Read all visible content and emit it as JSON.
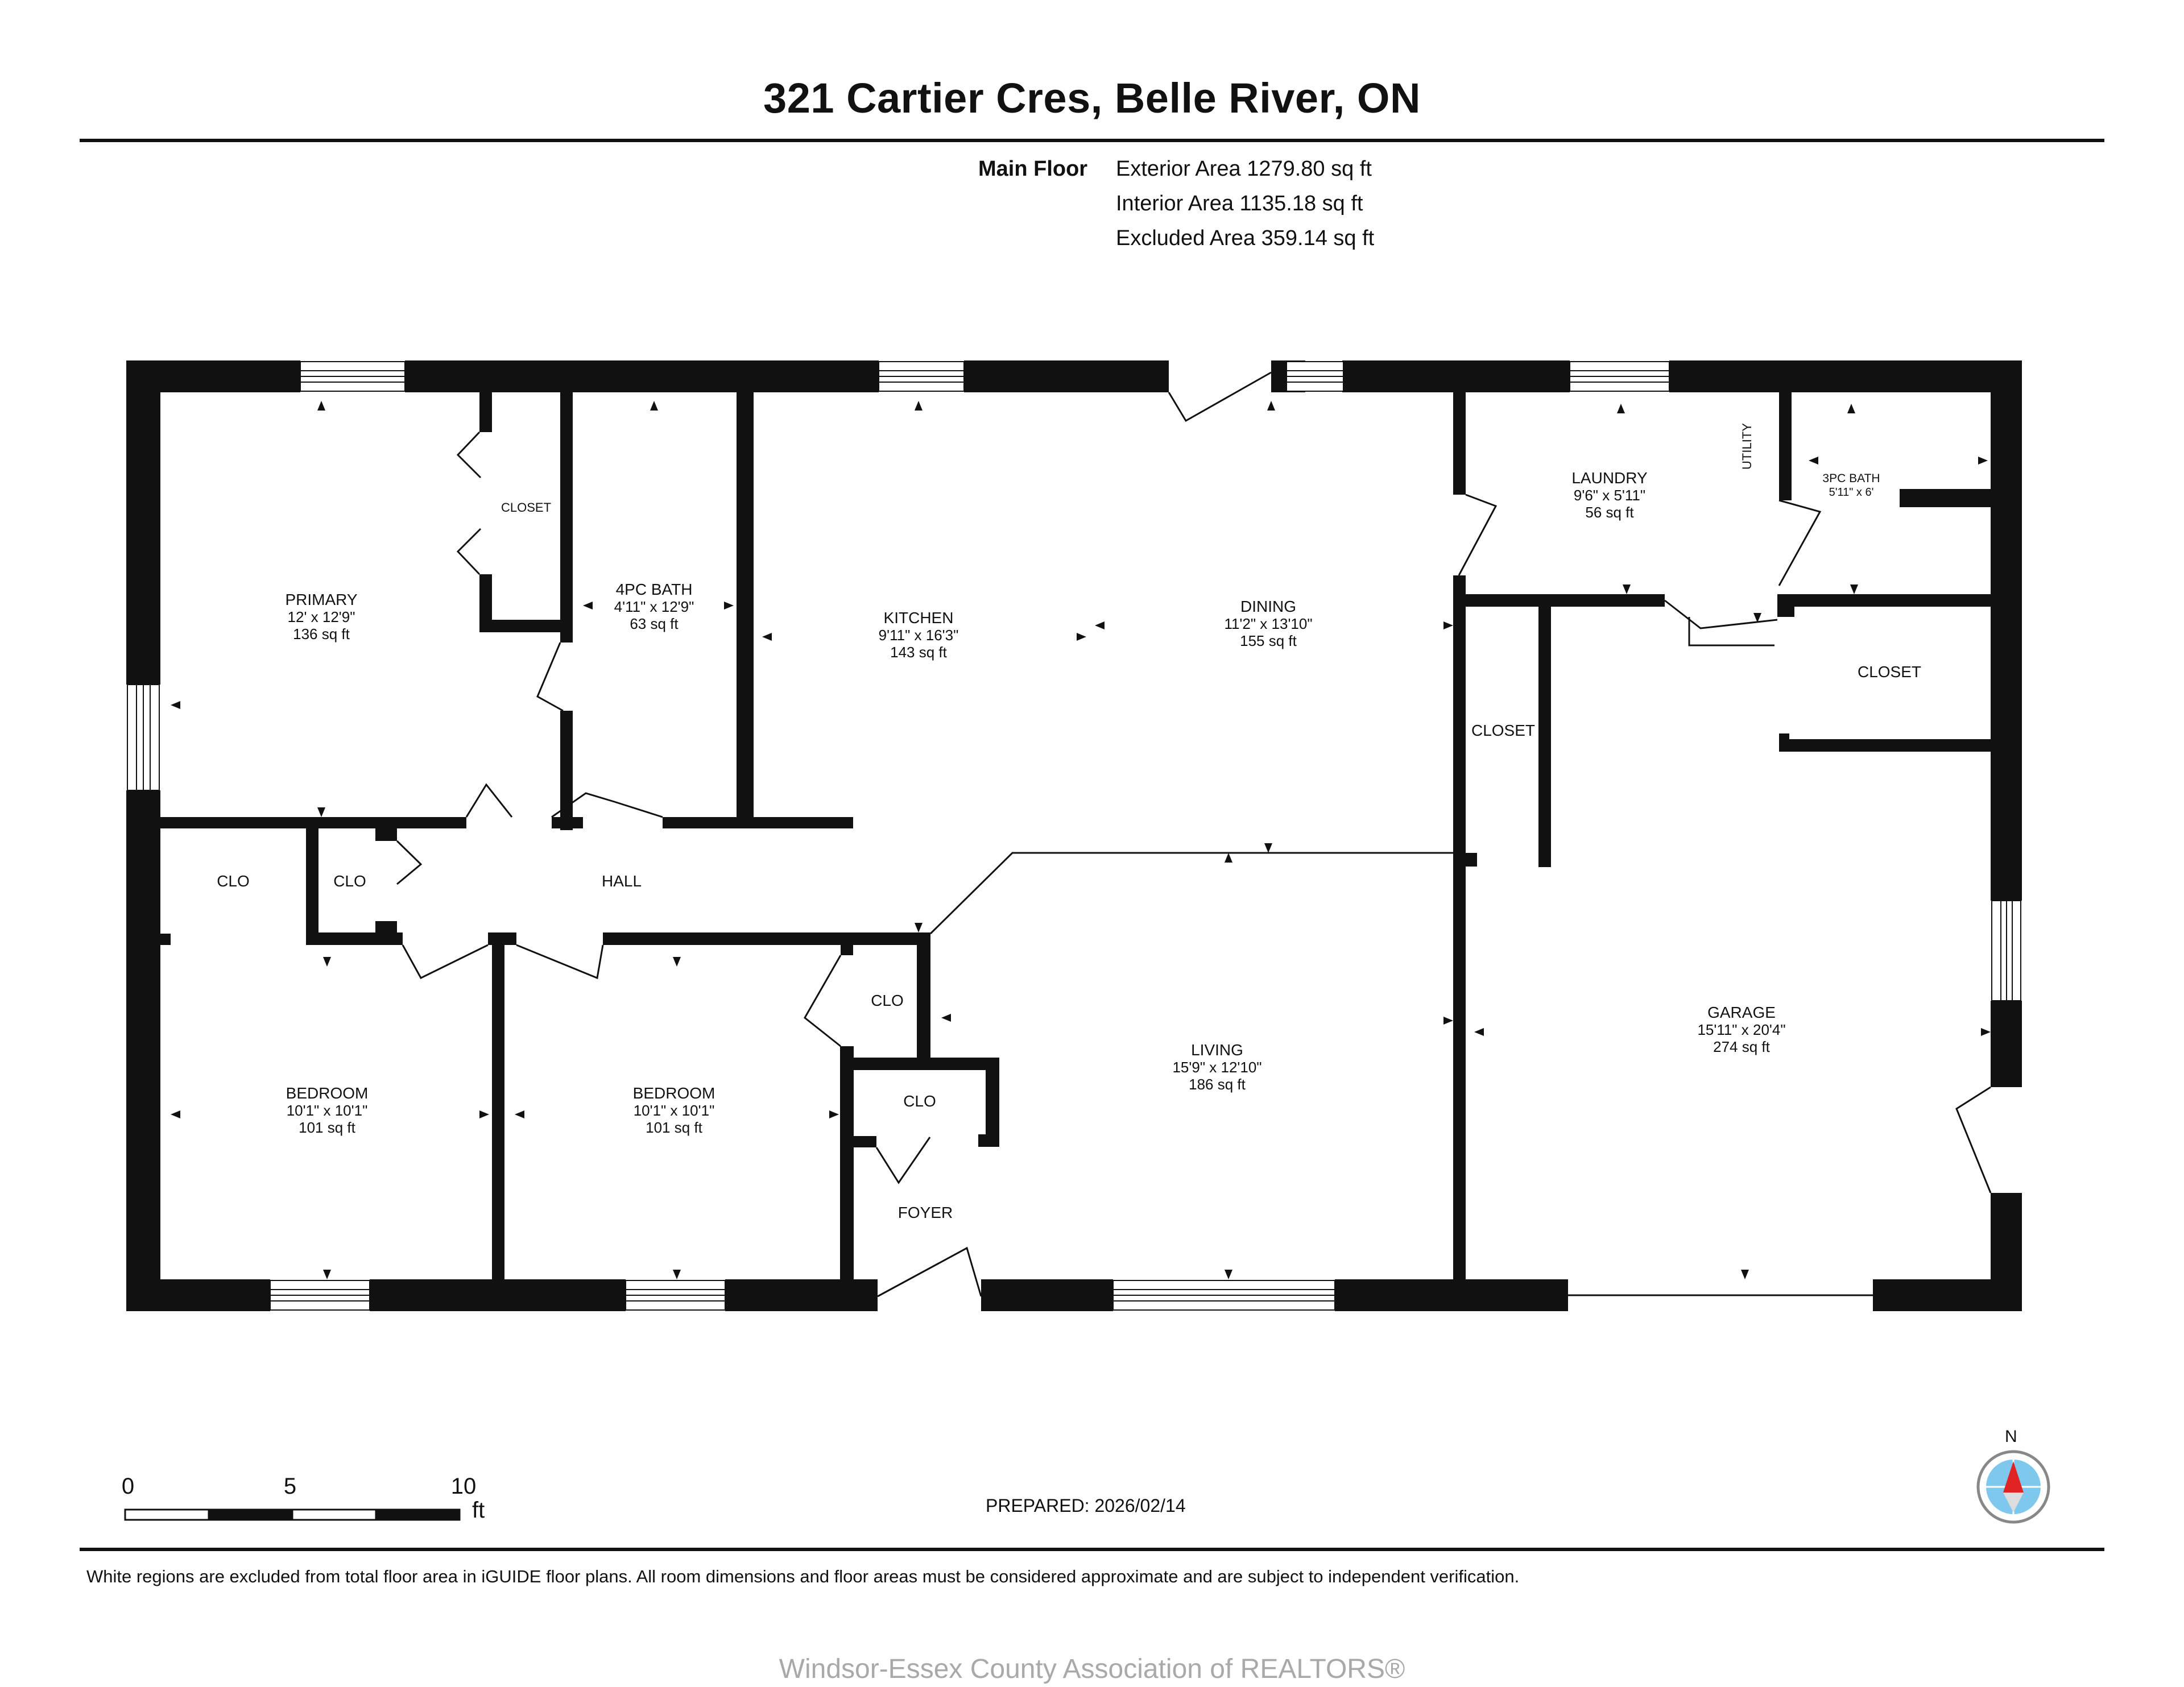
{
  "title": "321 Cartier Cres, Belle River, ON",
  "floor": {
    "name": "Main Floor",
    "exterior": "Exterior Area 1279.80 sq ft",
    "interior": "Interior Area 1135.18 sq ft",
    "excluded": "Excluded Area 359.14 sq ft"
  },
  "rooms": {
    "primary": {
      "name": "PRIMARY",
      "dims": "12' x 12'9\"",
      "area": "136 sq ft"
    },
    "bath4": {
      "name": "4PC BATH",
      "dims": "4'11\" x 12'9\"",
      "area": "63 sq ft"
    },
    "kitchen": {
      "name": "KITCHEN",
      "dims": "9'11\" x 16'3\"",
      "area": "143 sq ft"
    },
    "dining": {
      "name": "DINING",
      "dims": "11'2\" x 13'10\"",
      "area": "155 sq ft"
    },
    "laundry": {
      "name": "LAUNDRY",
      "dims": "9'6\" x 5'11\"",
      "area": "56 sq ft"
    },
    "bath3": {
      "name": "3PC BATH",
      "dims": "5'11\" x 6'"
    },
    "bedroom1": {
      "name": "BEDROOM",
      "dims": "10'1\" x 10'1\"",
      "area": "101 sq ft"
    },
    "bedroom2": {
      "name": "BEDROOM",
      "dims": "10'1\" x 10'1\"",
      "area": "101 sq ft"
    },
    "living": {
      "name": "LIVING",
      "dims": "15'9\" x 12'10\"",
      "area": "186 sq ft"
    },
    "garage": {
      "name": "GARAGE",
      "dims": "15'11\" x 20'4\"",
      "area": "274 sq ft"
    }
  },
  "labels": {
    "closet_primary": "CLOSET",
    "utility": "UTILITY",
    "closet_right": "CLOSET",
    "closet_garage": "CLOSET",
    "clo1": "CLO",
    "clo2": "CLO",
    "hall": "HALL",
    "clo3": "CLO",
    "clo4": "CLO",
    "foyer": "FOYER"
  },
  "scale": {
    "zero": "0",
    "five": "5",
    "ten": "10",
    "unit": "ft"
  },
  "prepared": "PREPARED: 2026/02/14",
  "compass": "N",
  "disclaimer": "White regions are excluded from total floor area in iGUIDE floor plans. All room dimensions and floor areas must be considered approximate and are subject to independent verification.",
  "watermark": "Windsor-Essex County Association of REALTORS®",
  "colors": {
    "wall": "#111111",
    "compass_needle": "#e02424",
    "compass_face": "#7ec8ee"
  }
}
